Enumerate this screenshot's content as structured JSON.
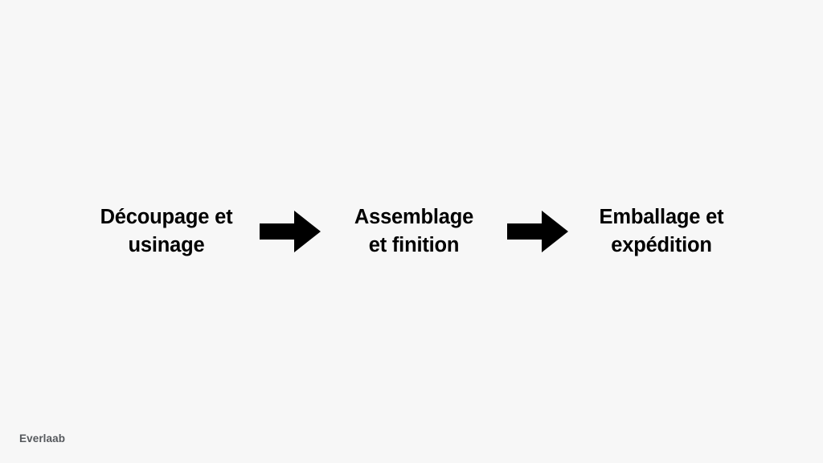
{
  "slide": {
    "background_color": "#f7f7f7",
    "text_color": "#000000",
    "arrow_color": "#000000"
  },
  "diagram": {
    "type": "process-flow",
    "orientation": "horizontal",
    "step_count": 3,
    "connector_count": 2,
    "connector_icon": "right-arrow-icon",
    "steps": [
      {
        "index": 1,
        "label": "Découpage et\nusinage",
        "line1": "Découpage et",
        "line2": "usinage"
      },
      {
        "index": 2,
        "label": "Assemblage\net finition",
        "line1": "Assemblage",
        "line2": "et finition"
      },
      {
        "index": 3,
        "label": "Emballage et\nexpédition",
        "line1": "Emballage et",
        "line2": "expédition"
      }
    ]
  },
  "watermark": {
    "text": "Everlaab",
    "color": "#55585c"
  }
}
